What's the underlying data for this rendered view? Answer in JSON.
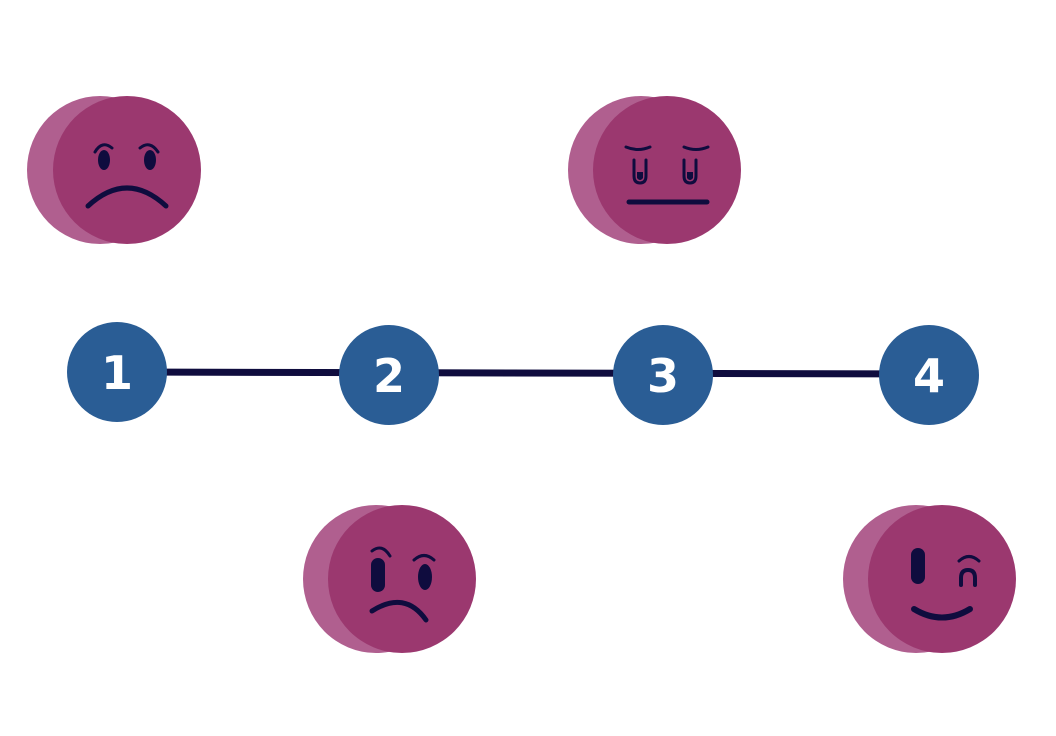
{
  "colors": {
    "face_main": "#9b386f",
    "face_shade": "#b05f8f",
    "face_features": "#0f0c3e",
    "step_circle": "#2a5d95",
    "connector": "#0f0c3e",
    "step_text": "#ffffff"
  },
  "steps": [
    {
      "label": "1",
      "face": "angry-face-icon"
    },
    {
      "label": "2",
      "face": "frown-face-icon"
    },
    {
      "label": "3",
      "face": "neutral-face-icon"
    },
    {
      "label": "4",
      "face": "wink-smile-face-icon"
    }
  ]
}
